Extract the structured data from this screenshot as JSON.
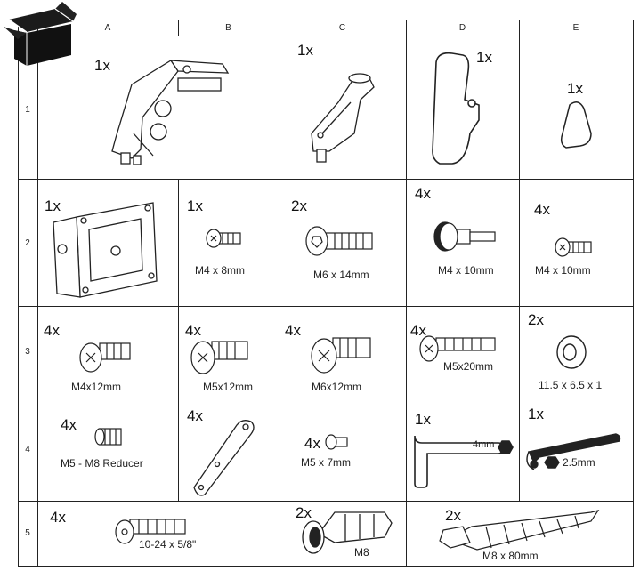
{
  "columns": [
    "A",
    "B",
    "C",
    "D",
    "E"
  ],
  "rows": [
    "1",
    "2",
    "3",
    "4",
    "5"
  ],
  "items": {
    "r1_a": {
      "qty": "1x",
      "label": ""
    },
    "r1_c": {
      "qty": "1x",
      "label": ""
    },
    "r1_d": {
      "qty": "1x",
      "label": ""
    },
    "r1_e": {
      "qty": "1x",
      "label": ""
    },
    "r2_a": {
      "qty": "1x",
      "label": ""
    },
    "r2_b": {
      "qty": "1x",
      "label": "M4 x 8mm"
    },
    "r2_c": {
      "qty": "2x",
      "label": "M6 x 14mm"
    },
    "r2_d": {
      "qty": "4x",
      "label": "M4 x 10mm"
    },
    "r2_e": {
      "qty": "4x",
      "label": "M4 x 10mm"
    },
    "r3_a": {
      "qty": "4x",
      "label": "M4x12mm"
    },
    "r3_b": {
      "qty": "4x",
      "label": "M5x12mm"
    },
    "r3_c": {
      "qty": "4x",
      "label": "M6x12mm"
    },
    "r3_d": {
      "qty": "4x",
      "label": "M5x20mm"
    },
    "r3_e": {
      "qty": "2x",
      "label": "11.5 x 6.5 x 1"
    },
    "r4_a": {
      "qty": "4x",
      "label": "M5 - M8 Reducer"
    },
    "r4_b": {
      "qty": "4x",
      "label": ""
    },
    "r4_c": {
      "qty": "4x",
      "label": "M5 x 7mm"
    },
    "r4_d": {
      "qty": "1x",
      "label": "4mm"
    },
    "r4_e": {
      "qty": "1x",
      "label": "2.5mm"
    },
    "r5_a": {
      "qty": "4x",
      "label": "10-24 x 5/8\""
    },
    "r5_c": {
      "qty": "2x",
      "label": "M8"
    },
    "r5_d": {
      "qty": "2x",
      "label": "M8 x 80mm"
    }
  }
}
